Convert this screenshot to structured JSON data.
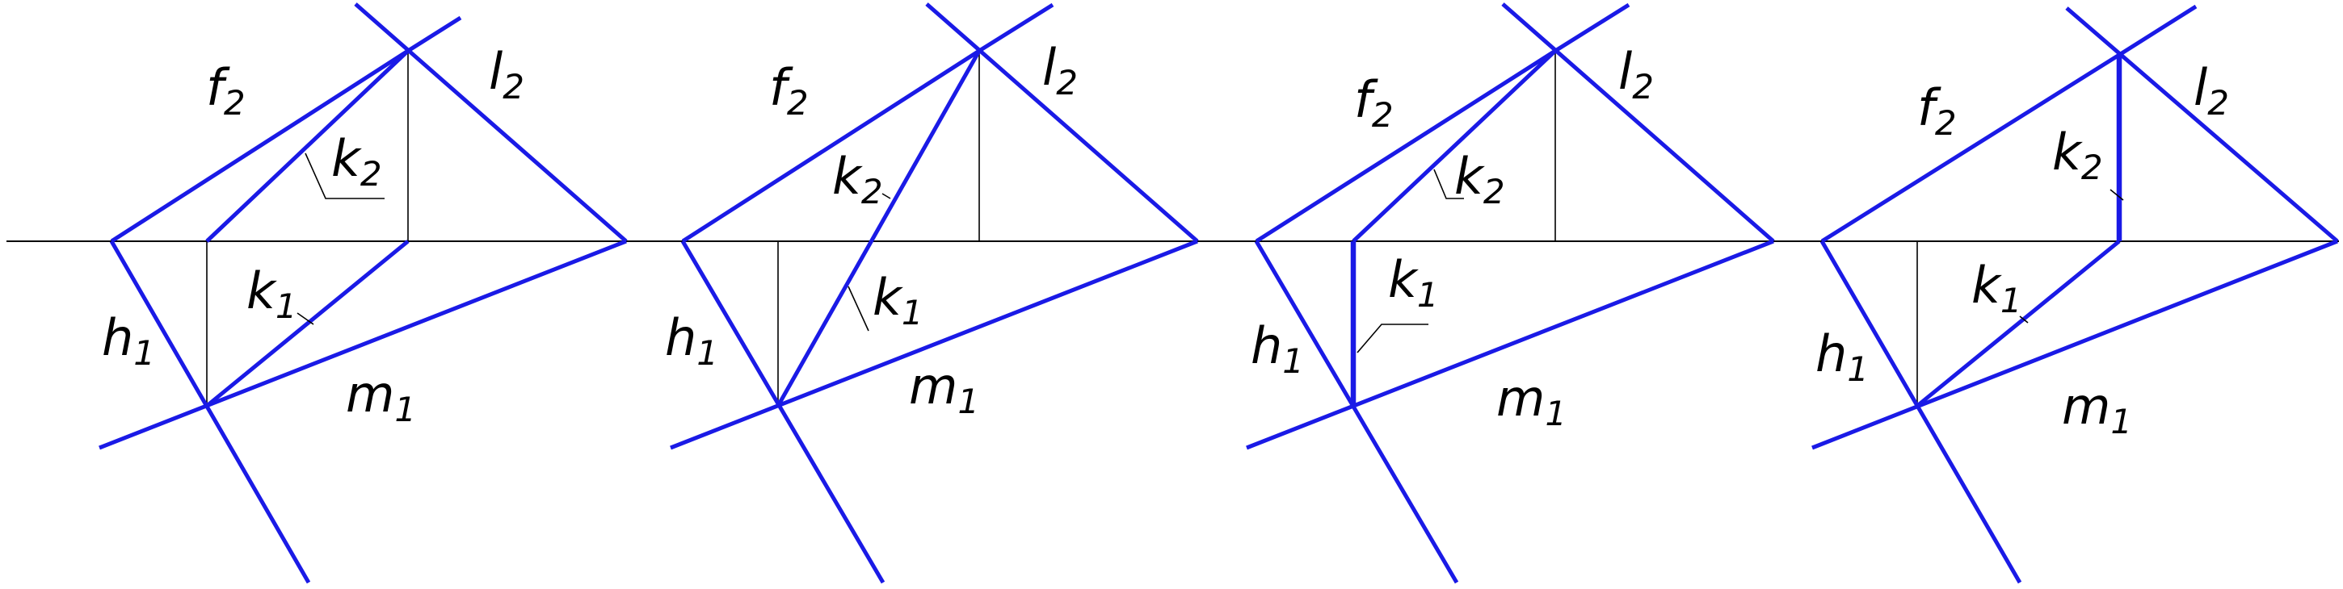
{
  "colors": {
    "line": "#1a1ae6",
    "ink": "#000000",
    "background": "#ffffff"
  },
  "panels": [
    {
      "f": {
        "letter": "f",
        "sub": "2"
      },
      "l": {
        "letter": "l",
        "sub": "2"
      },
      "k_upper": {
        "letter": "k",
        "sub": "2"
      },
      "k_lower": {
        "letter": "k",
        "sub": "1"
      },
      "h": {
        "letter": "h",
        "sub": "1"
      },
      "m": {
        "letter": "m",
        "sub": "1"
      }
    },
    {
      "f": {
        "letter": "f",
        "sub": "2"
      },
      "l": {
        "letter": "l",
        "sub": "2"
      },
      "k_upper": {
        "letter": "k",
        "sub": "2"
      },
      "k_lower": {
        "letter": "k",
        "sub": "1"
      },
      "h": {
        "letter": "h",
        "sub": "1"
      },
      "m": {
        "letter": "m",
        "sub": "1"
      }
    },
    {
      "f": {
        "letter": "f",
        "sub": "2"
      },
      "l": {
        "letter": "l",
        "sub": "2"
      },
      "k_upper": {
        "letter": "k",
        "sub": "2"
      },
      "k_lower": {
        "letter": "k",
        "sub": "1"
      },
      "h": {
        "letter": "h",
        "sub": "1"
      },
      "m": {
        "letter": "m",
        "sub": "1"
      }
    },
    {
      "f": {
        "letter": "f",
        "sub": "2"
      },
      "l": {
        "letter": "l",
        "sub": "2"
      },
      "k_upper": {
        "letter": "k",
        "sub": "2"
      },
      "k_lower": {
        "letter": "k",
        "sub": "1"
      },
      "h": {
        "letter": "h",
        "sub": "1"
      },
      "m": {
        "letter": "m",
        "sub": "1"
      }
    }
  ]
}
